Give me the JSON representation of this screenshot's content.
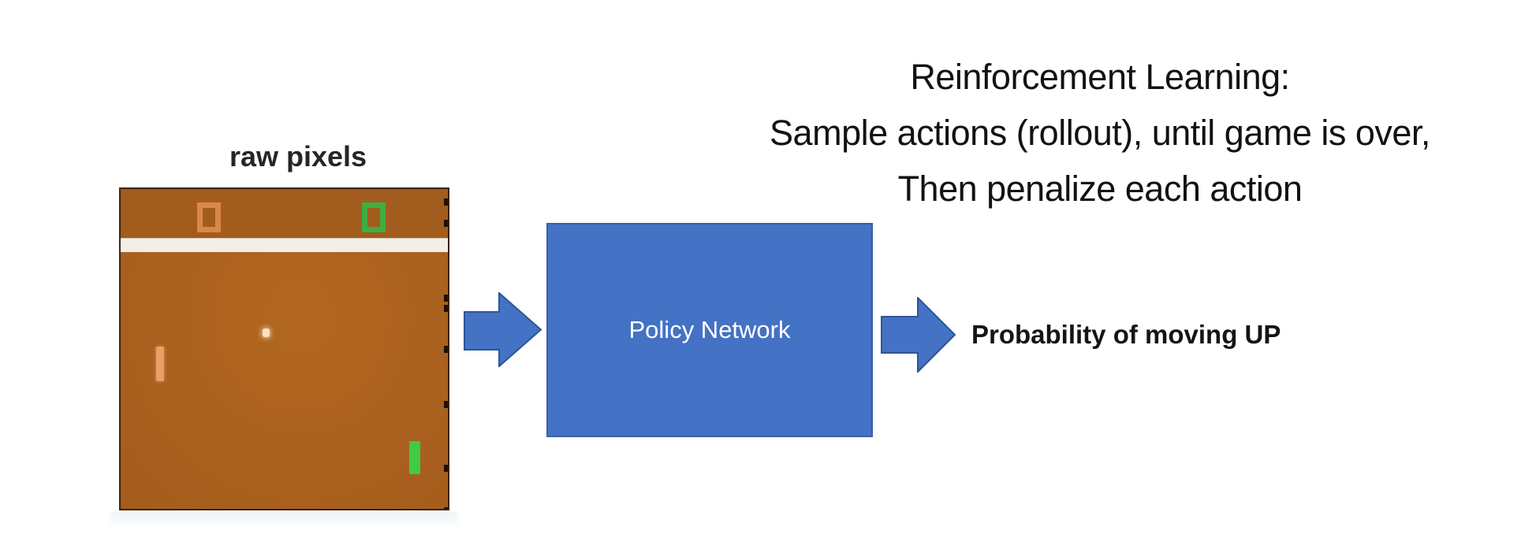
{
  "title": {
    "line1": "Reinforcement Learning:",
    "line2": "Sample actions (rollout), until game is over,",
    "line3": "Then penalize each action"
  },
  "pipeline": {
    "input_label": "raw pixels",
    "box_label": "Policy Network",
    "output_label": "Probability of moving UP",
    "input_arrow": "right-arrow",
    "output_arrow": "right-arrow"
  },
  "game": {
    "description": "Atari Pong frame",
    "left_score": "0",
    "right_score": "0",
    "elements": [
      "left-paddle",
      "ball",
      "right-paddle",
      "score-divider-bar"
    ]
  },
  "colors": {
    "accent_blue": "#4472C4",
    "arrow_border_blue": "#2F5597",
    "field_brown": "#AB611F",
    "top_band_brown": "#A25C1E",
    "divider_white": "#F2EFE9",
    "left_score_orange": "#D9884A",
    "right_score_green": "#3FAE41",
    "left_paddle_tan": "#E8A067",
    "ball_cream": "#F6E3C0",
    "right_paddle_green": "#3ECB45",
    "title_text": "#121212"
  }
}
